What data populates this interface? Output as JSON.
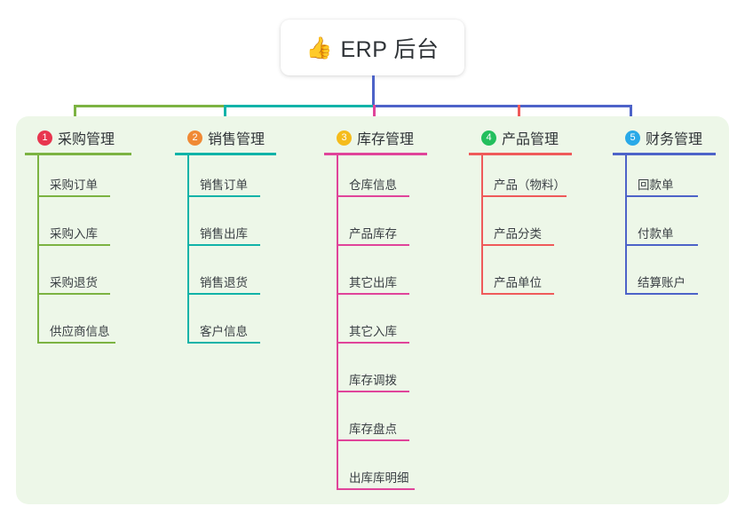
{
  "root": {
    "icon": "thumbs-up-icon",
    "icon_glyph": "👍",
    "title": "ERP 后台"
  },
  "panel": {
    "background_color": "#edf7e8"
  },
  "connectors": {
    "trunk_color": "#4d63c8",
    "segment_colors": [
      "#7cb342",
      "#11b3a8",
      "#4d63c8"
    ],
    "drop_colors": [
      "#7cb342",
      "#11b3a8",
      "#e0449a",
      "#ef5a5a",
      "#4d63c8"
    ]
  },
  "columns": [
    {
      "badge": "1",
      "badge_color": "#e8364f",
      "accent_color": "#7cb342",
      "title": "采购管理",
      "rule_width": 120,
      "items": [
        "采购订单",
        "采购入库",
        "采购退货",
        "供应商信息"
      ]
    },
    {
      "badge": "2",
      "badge_color": "#f08a35",
      "accent_color": "#11b3a8",
      "title": "销售管理",
      "rule_width": 114,
      "items": [
        "销售订单",
        "销售出库",
        "销售退货",
        "客户信息"
      ]
    },
    {
      "badge": "3",
      "badge_color": "#f5bc1c",
      "accent_color": "#e0449a",
      "title": "库存管理",
      "rule_width": 116,
      "items": [
        "仓库信息",
        "产品库存",
        "其它出库",
        "其它入库",
        "库存调拨",
        "库存盘点",
        "出库库明细"
      ]
    },
    {
      "badge": "4",
      "badge_color": "#23bf5d",
      "accent_color": "#ef5a5a",
      "title": "产品管理",
      "rule_width": 116,
      "items": [
        "产品（物料）",
        "产品分类",
        "产品单位"
      ]
    },
    {
      "badge": "5",
      "badge_color": "#29a9e8",
      "accent_color": "#4d63c8",
      "title": "财务管理",
      "rule_width": 116,
      "items": [
        "回款单",
        "付款单",
        "结算账户"
      ]
    }
  ]
}
